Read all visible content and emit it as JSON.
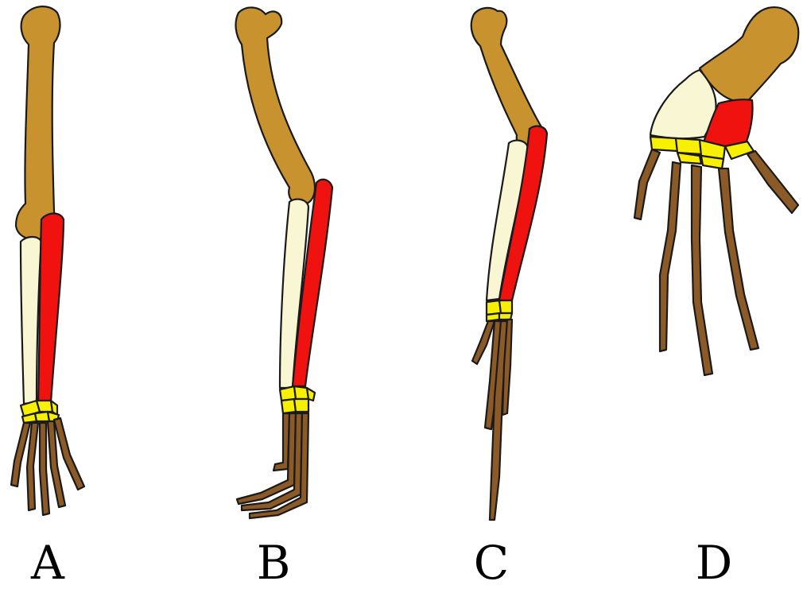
{
  "colors": {
    "humerus": "#c8922e",
    "ulna": "#f9f6d4",
    "radius": "#f0120f",
    "carpals": "#f7f000",
    "hand": "#8b5a26",
    "outline": "#1a1a1a",
    "background": "#ffffff"
  },
  "limbs": [
    {
      "label": "A"
    },
    {
      "label": "B"
    },
    {
      "label": "C"
    },
    {
      "label": "D"
    }
  ]
}
